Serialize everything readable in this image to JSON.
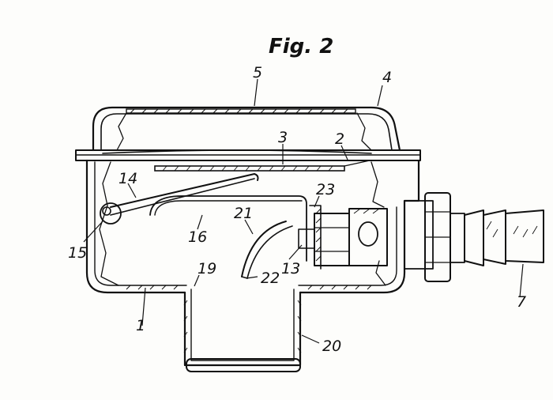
{
  "figure": {
    "title": "Fig. 2",
    "reference_numerals": [
      {
        "id": "n5",
        "text": "5"
      },
      {
        "id": "n4",
        "text": "4"
      },
      {
        "id": "n3",
        "text": "3"
      },
      {
        "id": "n2",
        "text": "2"
      },
      {
        "id": "n14",
        "text": "14"
      },
      {
        "id": "n23",
        "text": "23"
      },
      {
        "id": "n21",
        "text": "21"
      },
      {
        "id": "n16",
        "text": "16"
      },
      {
        "id": "n15",
        "text": "15"
      },
      {
        "id": "n13",
        "text": "13"
      },
      {
        "id": "n22",
        "text": "22"
      },
      {
        "id": "n19",
        "text": "19"
      },
      {
        "id": "n1",
        "text": "1"
      },
      {
        "id": "n20",
        "text": "20"
      },
      {
        "id": "n7",
        "text": "7"
      }
    ]
  }
}
